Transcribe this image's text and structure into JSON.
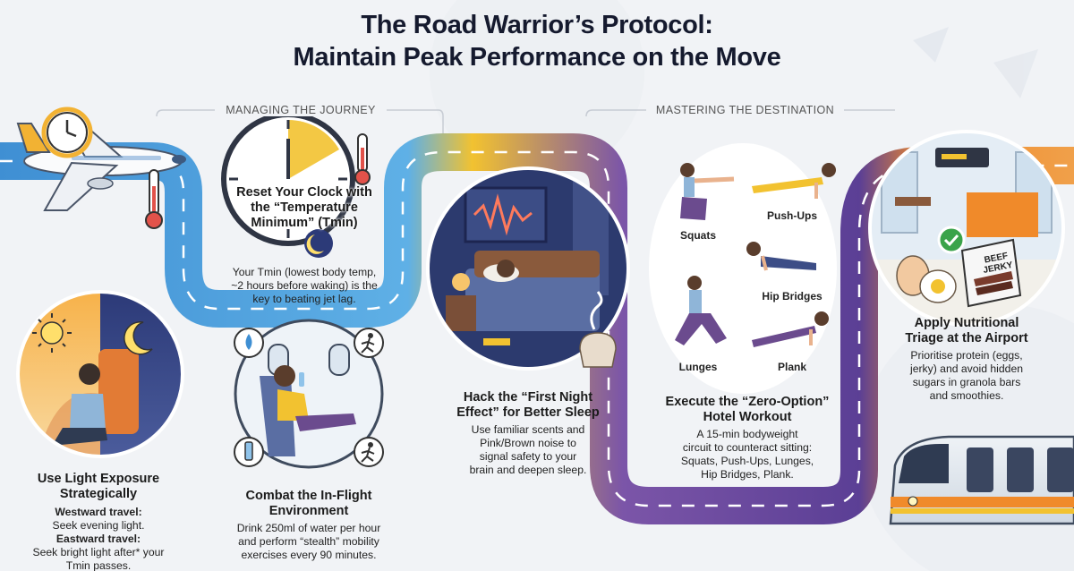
{
  "title": {
    "line1": "The Road Warrior’s Protocol:",
    "line2": "Maintain Peak Performance on the Move"
  },
  "sections": {
    "journey": "MANAGING THE JOURNEY",
    "destination": "MASTERING THE DESTINATION"
  },
  "tips": {
    "light": {
      "heading_1": "Use Light Exposure",
      "heading_2": "Strategically",
      "west_label": "Westward travel:",
      "west_text": "Seek evening light.",
      "east_label": "Eastward travel:",
      "east_text_1": "Seek bright light after* your",
      "east_text_2": "Tmin passes."
    },
    "clock": {
      "heading_1": "Reset Your Clock with",
      "heading_2": "the “Temperature",
      "heading_3": "Minimum” (Tmin)",
      "body_1": "Your Tmin (lowest body temp,",
      "body_2": "~2 hours before waking) is the",
      "body_3": "key to beating jet lag."
    },
    "flight": {
      "heading_1": "Combat the In-Flight",
      "heading_2": "Environment",
      "body_1": "Drink 250ml of water per hour",
      "body_2": "and perform “stealth” mobility",
      "body_3": "exercises every 90 minutes."
    },
    "sleep": {
      "heading_1": "Hack the “First Night",
      "heading_2": "Effect” for Better Sleep",
      "body_1": "Use familiar scents and",
      "body_2": "Pink/Brown noise to",
      "body_3": "signal safety to your",
      "body_4": "brain and deepen sleep."
    },
    "workout": {
      "heading_1": "Execute the “Zero-Option”",
      "heading_2": "Hotel Workout",
      "body_1": "A 15-min bodyweight",
      "body_2": "circuit to counteract sitting:",
      "body_3": "Squats, Push-Ups, Lunges,",
      "body_4": "Hip Bridges, Plank.",
      "exercises": {
        "squats": "Squats",
        "pushups": "Push-Ups",
        "bridges": "Hip Bridges",
        "lunges": "Lunges",
        "plank": "Plank"
      }
    },
    "nutrition": {
      "heading_1": "Apply Nutritional",
      "heading_2": "Triage at the Airport",
      "body_1": "Prioritise protein (eggs,",
      "body_2": "jerky) and avoid hidden",
      "body_3": "sugars in granola bars",
      "body_4": "and smoothies.",
      "jerky_1": "BEEF",
      "jerky_2": "JERKY"
    }
  },
  "colors": {
    "road_blue": "#3f8fd3",
    "road_yellow": "#f2c230",
    "road_purple": "#6a4c9c",
    "road_orange": "#f08a2a",
    "title": "#151a2e"
  },
  "icons": [
    "airplane-icon",
    "clock-icon",
    "thermometer-icon",
    "moon-icon",
    "sun-icon",
    "water-drop-icon",
    "walking-icon",
    "bottle-icon",
    "check-icon",
    "train-icon",
    "bed-icon",
    "diffuser-icon"
  ]
}
